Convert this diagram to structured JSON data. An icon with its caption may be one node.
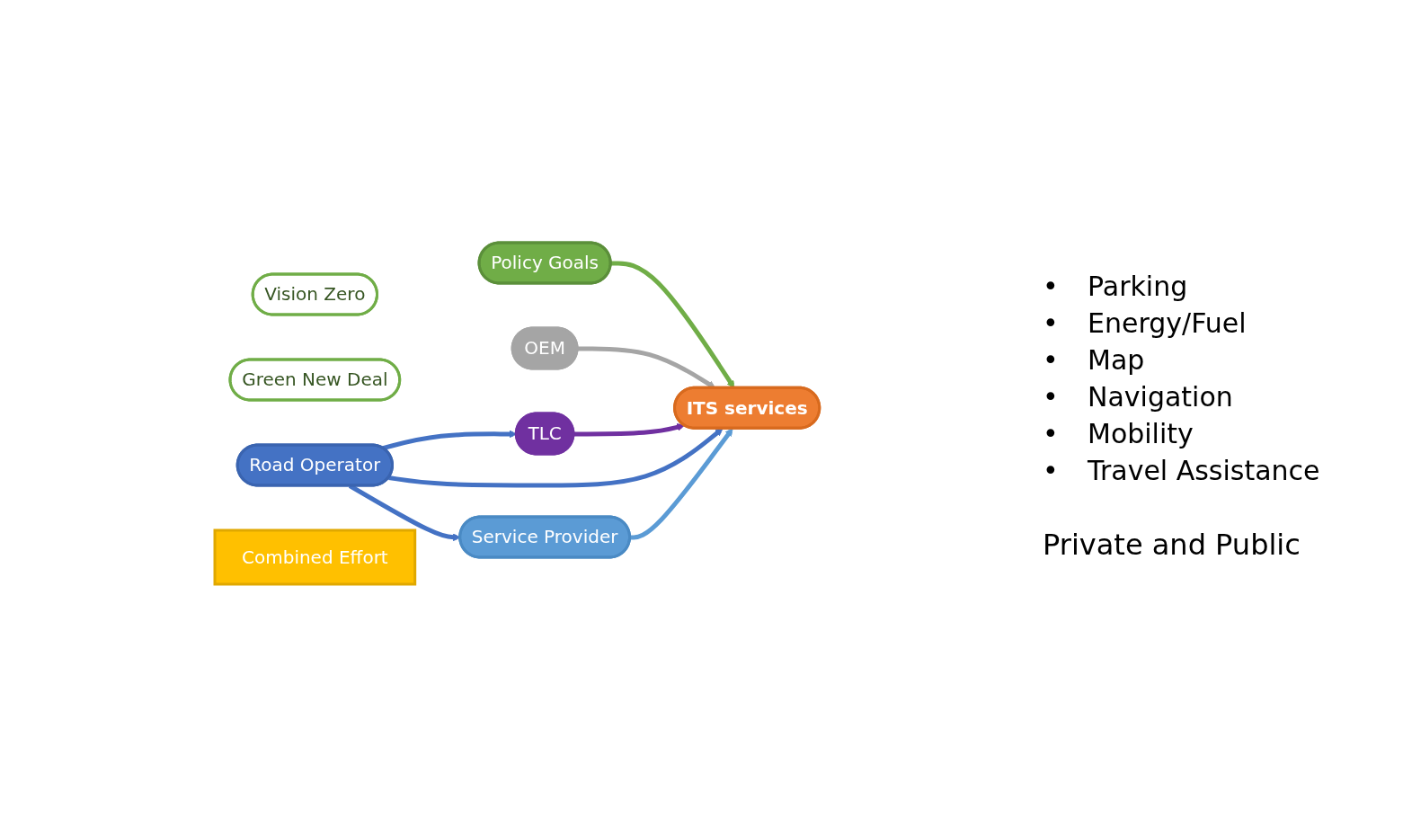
{
  "diagram": {
    "nodes": [
      {
        "text": [
          "Vision Zero"
        ]
      },
      {
        "text": [
          "Green New Deal"
        ]
      },
      {
        "text": [
          "Policy Goals"
        ]
      },
      {
        "text": [
          "OEM"
        ]
      },
      {
        "text": [
          "TLC"
        ]
      },
      {
        "text": [
          "ITS services"
        ]
      },
      {
        "text": [
          "Road Operator"
        ]
      },
      {
        "text": [
          "Service Provider"
        ]
      },
      {
        "text": [
          "Combined Effort"
        ]
      }
    ],
    "edges": [
      {
        "from": 2,
        "to": 5,
        "arrow": "to",
        "color": "#70ad47"
      },
      {
        "from": 3,
        "to": 5,
        "arrow": "to",
        "color": "#a5a5a5"
      },
      {
        "from": 4,
        "to": 5,
        "arrow": "to",
        "color": "#7030a0"
      },
      {
        "from": 6,
        "to": 5,
        "arrow": "to"
      },
      {
        "from": 6,
        "to": 4,
        "arrow": "to"
      },
      {
        "from": 6,
        "to": 7,
        "arrow": "to"
      },
      {
        "from": 7,
        "to": 5,
        "arrow": "to",
        "color": "#5b9bd5"
      }
    ],
    "labels": [
      "•",
      "Parking",
      "•",
      "Energy/Fuel",
      "•",
      "Map",
      "•",
      "Navigation",
      "•",
      "Mobility",
      "•",
      "Travel Assistance",
      "Private and Public"
    ]
  }
}
